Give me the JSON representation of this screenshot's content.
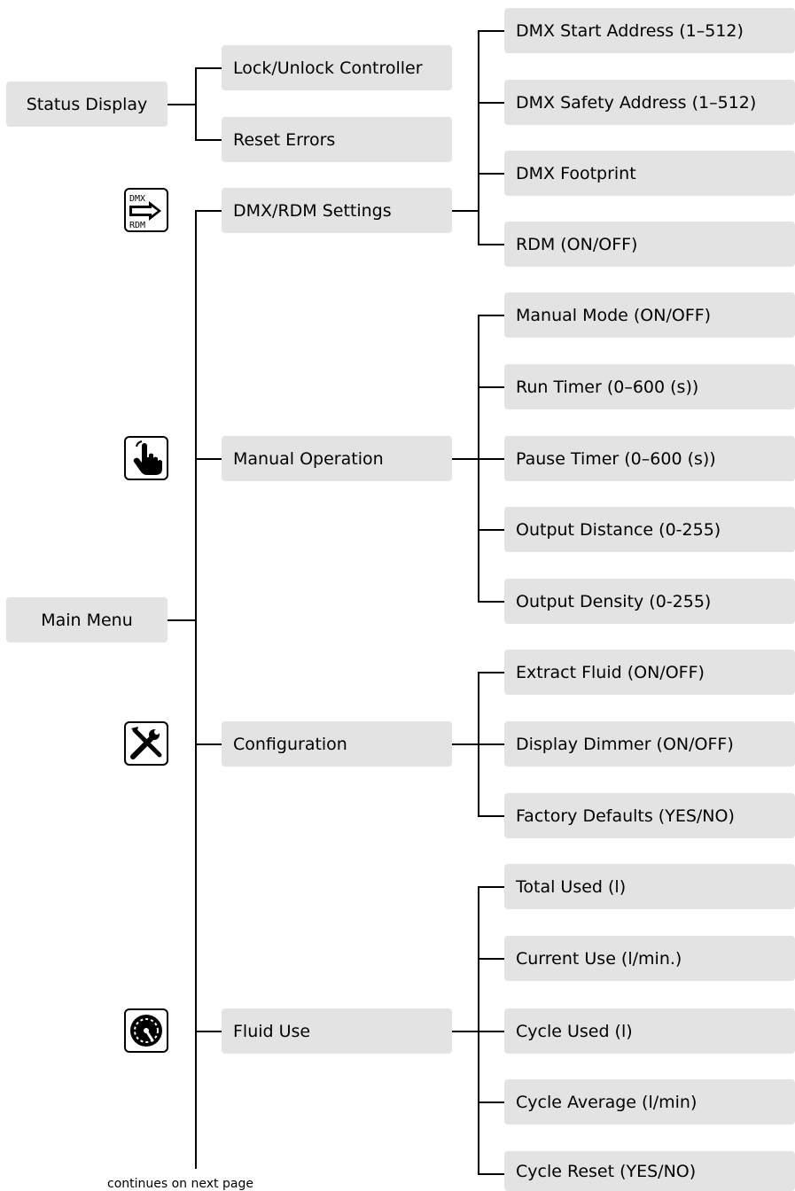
{
  "root": {
    "status_display": "Status Display",
    "main_menu": "Main Menu"
  },
  "status_children": [
    "Lock/Unlock Controller",
    "Reset Errors"
  ],
  "menus": [
    {
      "label": "DMX/RDM Settings",
      "icon": "dmx-rdm-icon",
      "icon_text_top": "DMX",
      "icon_text_bottom": "RDM",
      "items": [
        "DMX Start Address (1–512)",
        "DMX Safety Address (1–512)",
        "DMX Footprint",
        "RDM (ON/OFF)"
      ]
    },
    {
      "label": "Manual Operation",
      "icon": "hand-pointer-icon",
      "items": [
        "Manual Mode (ON/OFF)",
        "Run Timer (0–600 (s))",
        "Pause Timer (0–600 (s))",
        "Output Distance (0-255)",
        "Output Density (0-255)"
      ]
    },
    {
      "label": "Configuration",
      "icon": "tools-icon",
      "items": [
        "Extract Fluid (ON/OFF)",
        "Display Dimmer (ON/OFF)",
        "Factory Defaults (YES/NO)"
      ]
    },
    {
      "label": "Fluid Use",
      "icon": "gauge-icon",
      "items": [
        "Total Used (l)",
        "Current Use (l/min.)",
        "Cycle Used (l)",
        "Cycle Average (l/min)",
        "Cycle Reset (YES/NO)"
      ]
    }
  ],
  "footer": "continues on next page",
  "colors": {
    "box_fill": "#e3e3e3",
    "line": "#000000"
  }
}
